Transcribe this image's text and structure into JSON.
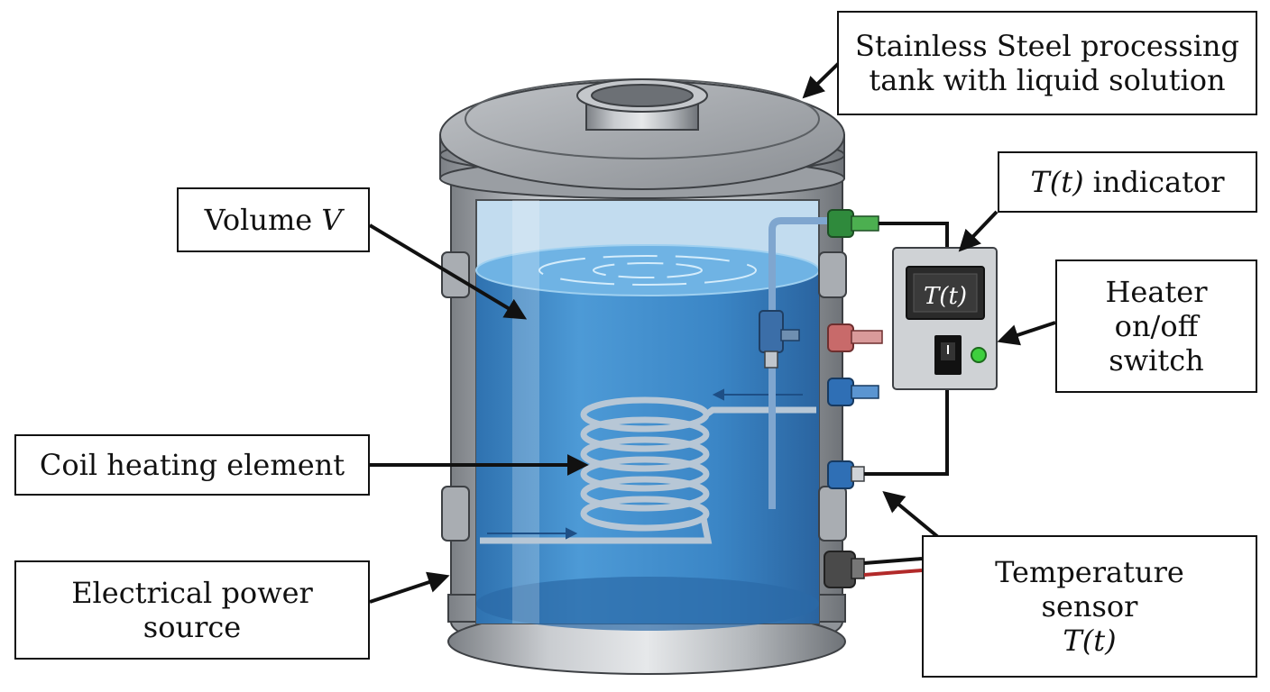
{
  "labels": {
    "tank": [
      "Stainless Steel processing",
      "tank with liquid solution"
    ],
    "indicator": {
      "math": "T(t)",
      "text": "indicator"
    },
    "volume": {
      "text": "Volume",
      "math": "V"
    },
    "switch": [
      "Heater",
      "on/off",
      "switch"
    ],
    "coil": "Coil heating element",
    "power": [
      "Electrical power",
      "source"
    ],
    "sensor": {
      "lines": [
        "Temperature",
        "sensor"
      ],
      "math": "T(t)"
    }
  },
  "display": {
    "readout": "T(t)"
  },
  "colors": {
    "steel_dark": "#6f7378",
    "steel_mid": "#a9adb2",
    "steel_light": "#d9dbde",
    "liquid": "#3b86c6",
    "liquid_light": "#6fb3e4",
    "led": "#3ecf3e",
    "port_green": "#2f8a3c",
    "port_red": "#c86a6a",
    "port_blue": "#2f6fb5",
    "wire_red": "#b22a2a"
  },
  "icons": [
    "power-switch-icon",
    "status-led-icon"
  ]
}
